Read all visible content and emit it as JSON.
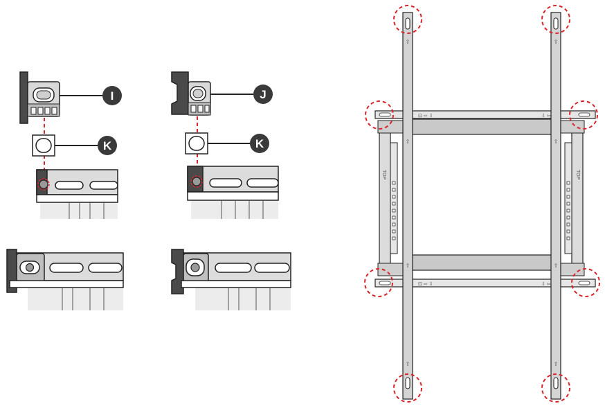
{
  "callouts": {
    "i": "I",
    "j": "J",
    "k": "K"
  },
  "frame_labels": {
    "top_left": "TOP",
    "top_right": "TOP"
  },
  "colors": {
    "metal_light": "#e6e6e6",
    "metal_mid": "#c9c9c9",
    "metal_dark": "#4a4a4a",
    "outline": "#222222",
    "callout_fill": "#3a3a3a",
    "highlight_red": "#d9252a",
    "background_part": "#e9e9e9"
  },
  "icons": [
    "arrow-icon",
    "slot-icon",
    "screw-icon"
  ]
}
